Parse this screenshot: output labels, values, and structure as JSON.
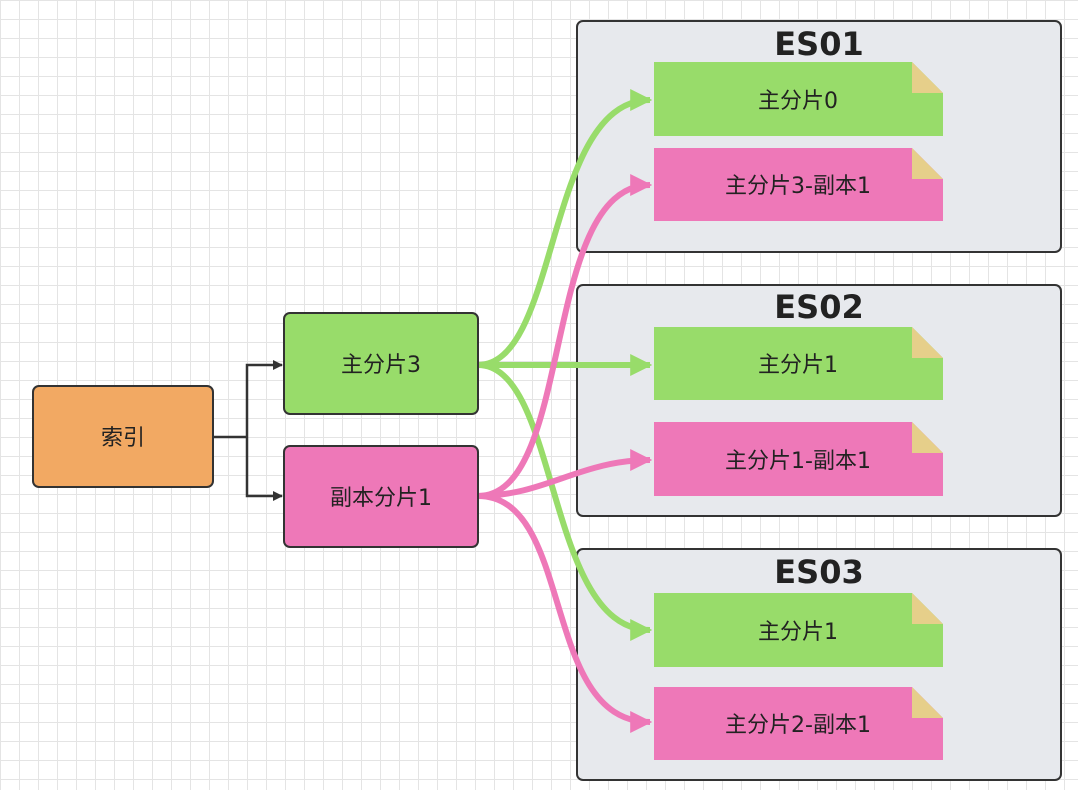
{
  "diagram": {
    "index_node": {
      "label": "索引",
      "color": "#f2a963"
    },
    "primary_node": {
      "label": "主分片3",
      "color": "#98dc6a"
    },
    "replica_node": {
      "label": "副本分片1",
      "color": "#ee78b8"
    },
    "groups": [
      {
        "title": "ES01",
        "shards": [
          {
            "label": "主分片0",
            "kind": "primary"
          },
          {
            "label": "主分片3-副本1",
            "kind": "replica"
          }
        ]
      },
      {
        "title": "ES02",
        "shards": [
          {
            "label": "主分片1",
            "kind": "primary"
          },
          {
            "label": "主分片1-副本1",
            "kind": "replica"
          }
        ]
      },
      {
        "title": "ES03",
        "shards": [
          {
            "label": "主分片1",
            "kind": "primary"
          },
          {
            "label": "主分片2-副本1",
            "kind": "replica"
          }
        ]
      }
    ],
    "colors": {
      "primary": "#98dc6a",
      "replica": "#ee78b8",
      "index": "#f2a963",
      "group_bg": "#e7e9ed",
      "fold": "#e6cf8a",
      "border": "#333333"
    }
  }
}
